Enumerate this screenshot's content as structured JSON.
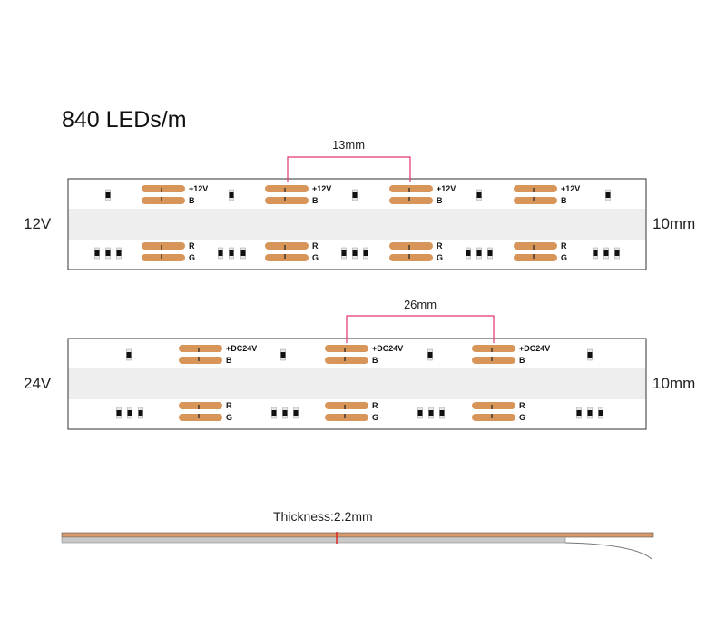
{
  "title": "840 LEDs/m",
  "strips": [
    {
      "voltage_label": "12V",
      "width_label": "10mm",
      "pitch_label": "13mm",
      "pad_labels": {
        "top_positive": "+12V",
        "top_second": "B",
        "bottom_first": "R",
        "bottom_second": "G"
      },
      "segments": 4
    },
    {
      "voltage_label": "24V",
      "width_label": "10mm",
      "pitch_label": "26mm",
      "pad_labels": {
        "top_positive": "+DC24V",
        "top_second": "B",
        "bottom_first": "R",
        "bottom_second": "G"
      },
      "segments": 3
    }
  ],
  "thickness_label": "Thickness:2.2mm",
  "colors": {
    "pad": "#d8955a",
    "dimension_line": "#e0366e",
    "strip_band": "#eeeeee",
    "outline": "#333333",
    "profile_copper": "#d89a6a",
    "profile_base": "#bfbfbf",
    "cut_mark": "#e02020"
  }
}
